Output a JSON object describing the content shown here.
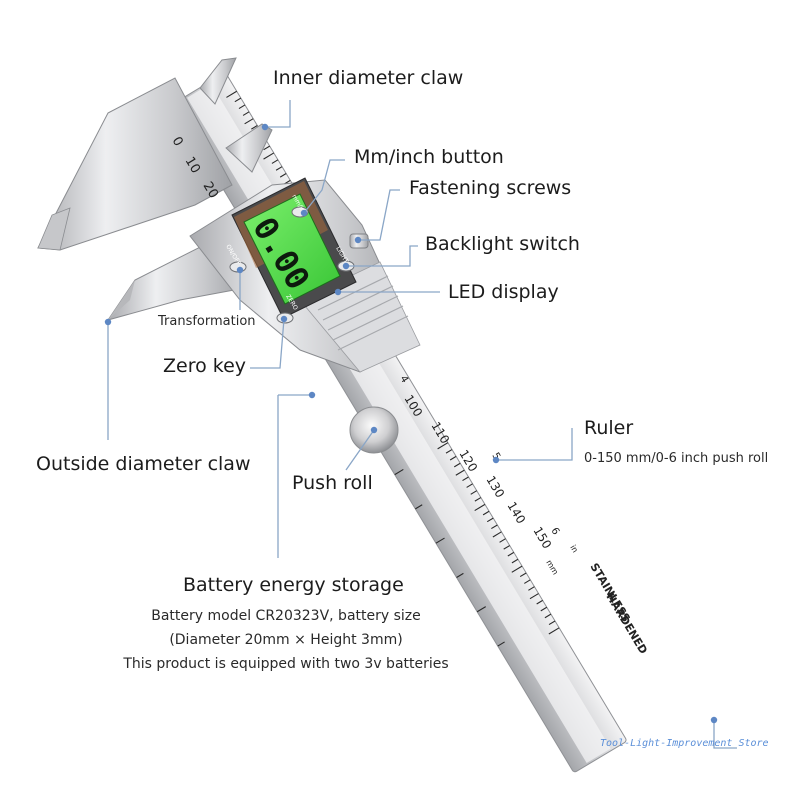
{
  "labels": {
    "inner_claw": "Inner diameter claw",
    "mm_inch": "Mm/inch button",
    "screws": "Fastening screws",
    "backlight": "Backlight switch",
    "led": "LED display",
    "transformation": "Transformation",
    "zero": "Zero key",
    "outside_claw": "Outside diameter claw",
    "push_roll": "Push roll",
    "ruler": "Ruler",
    "ruler_range": "0-150 mm/0-6 inch push roll",
    "battery_title": "Battery energy storage"
  },
  "battery_lines": [
    "Battery model CR20323V, battery size",
    "(Diameter 20mm × Height 3mm)",
    "This product is equipped with two 3v batteries"
  ],
  "device": {
    "reading": "0.00",
    "upper_scale": [
      "0",
      "10",
      "20"
    ],
    "lower_scale": [
      "100",
      "110",
      "120",
      "130",
      "140",
      "150"
    ],
    "inch_scale": [
      "4",
      "5",
      "6"
    ],
    "unit_mm": "mm",
    "unit_in": "in",
    "engraving_1": "STAINLESS",
    "engraving_2": "HARDENED",
    "btn_onoff": "ON/OFF",
    "btn_mm": "mm/in",
    "btn_light": "LIGHT",
    "btn_zero": "ZERO"
  },
  "watermark": "Tool-Light-Improvement Store",
  "colors": {
    "leader": "#8aa6c7",
    "dot": "#5d87c4",
    "display_green": "#4fdc4a",
    "steel": "#d9dadc"
  }
}
